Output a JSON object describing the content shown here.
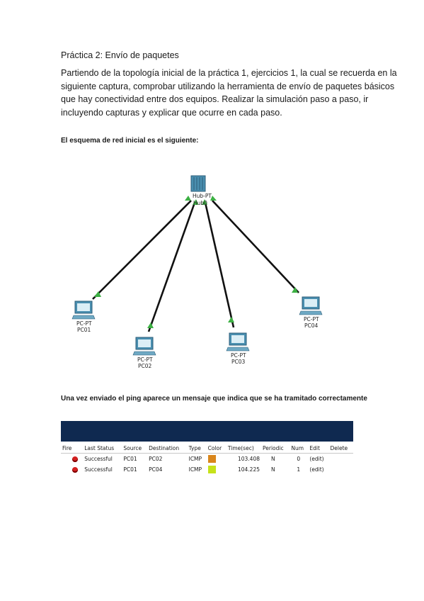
{
  "doc": {
    "title": "Práctica 2: Envío de paquetes",
    "paragraph_lines": [
      "Partiendo de la topología inicial de la práctica 1, ejercicios 1, la cual se recuerda en la",
      "siguiente captura, comprobar utilizando la herramienta de envío de paquetes básicos",
      "que hay conectividad entre dos equipos. Realizar la simulación paso a paso, ir",
      "incluyendo capturas y explicar que ocurre en cada paso."
    ],
    "caption_topology": "El esquema de red inicial es el siguiente:",
    "caption_ping": "Una vez enviado el ping aparece un mensaje que indica que se ha tramitado correctamente"
  },
  "topology": {
    "hub": {
      "type": "Hub-PT",
      "name": "Hub0"
    },
    "pcs": [
      {
        "type": "PC-PT",
        "name": "PC01"
      },
      {
        "type": "PC-PT",
        "name": "PC02"
      },
      {
        "type": "PC-PT",
        "name": "PC03"
      },
      {
        "type": "PC-PT",
        "name": "PC04"
      }
    ],
    "colors": {
      "link": "#111111",
      "link_status": "#3cb043",
      "device": "#4a8fb0"
    }
  },
  "pdu_panel": {
    "headers": [
      "Fire",
      "Last Status",
      "Source",
      "Destination",
      "Type",
      "Color",
      "Time(sec)",
      "Periodic",
      "Num",
      "Edit",
      "Delete"
    ],
    "rows": [
      {
        "last_status": "Successful",
        "source": "PC01",
        "destination": "PC02",
        "type": "ICMP",
        "color": "#d9861c",
        "time": "103.408",
        "periodic": "N",
        "num": "0",
        "edit": "(edit)"
      },
      {
        "last_status": "Successful",
        "source": "PC01",
        "destination": "PC04",
        "type": "ICMP",
        "color": "#c6e21a",
        "time": "104.225",
        "periodic": "N",
        "num": "1",
        "edit": "(edit)"
      }
    ],
    "header_bar_color": "#0f2950"
  }
}
